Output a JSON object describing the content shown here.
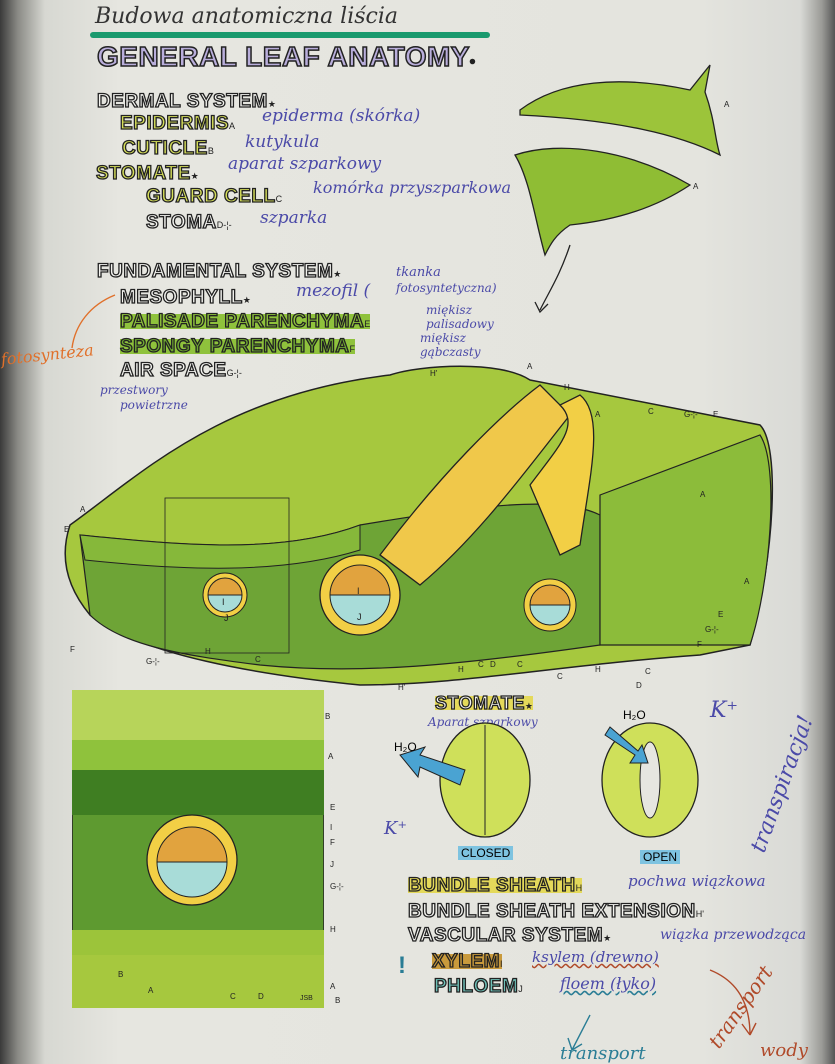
{
  "handwritten_title": "Budowa anatomiczna liścia",
  "title": "GENERAL LEAF ANATOMY",
  "title_mark": "•",
  "dermal": {
    "heading": "DERMAL SYSTEM",
    "heading_mark": "★",
    "items": [
      {
        "label": "EPIDERMIS",
        "code": "A",
        "note": "epiderma (skórka)"
      },
      {
        "label": "CUTICLE",
        "code": "B",
        "note": "kutykula"
      }
    ],
    "stomate": {
      "label": "STOMATE",
      "mark": "★",
      "note": "aparat szparkowy"
    },
    "stomate_items": [
      {
        "label": "GUARD CELL",
        "code": "C",
        "note": "komórka przyszparkowa"
      },
      {
        "label": "STOMA",
        "code": "D-¦-",
        "note": "szparka"
      }
    ]
  },
  "fundamental": {
    "heading": "FUNDAMENTAL SYSTEM",
    "heading_mark": "★",
    "mesophyll": {
      "label": "MESOPHYLL",
      "mark": "★",
      "note_a": "mezofil (",
      "note_b": "tkanka",
      "note_c": "fotosyntetyczna)"
    },
    "items": [
      {
        "label": "PALISADE PARENCHYMA",
        "code": "E",
        "note1": "miękisz",
        "note2": "palisadowy"
      },
      {
        "label": "SPONGY PARENCHYMA",
        "code": "F",
        "note1": "miękisz",
        "note2": "gąbczasty"
      },
      {
        "label": "AIR SPACE",
        "code": "G-¦-",
        "note1": "przestwory",
        "note2": "powietrzne"
      }
    ],
    "side_note": "fotosynteza"
  },
  "stomate_fig": {
    "title": "STOMATE",
    "mark": "★",
    "note": "Aparat szparkowy",
    "closed": "CLOSED",
    "open": "OPEN",
    "water": "H₂O",
    "ion": "K⁺",
    "side_note": "transpiracja!"
  },
  "vascular": {
    "bundle_sheath": {
      "label": "BUNDLE SHEATH",
      "code": "H",
      "note": "pochwa wiązkowa"
    },
    "extension": {
      "label": "BUNDLE SHEATH EXTENSION",
      "code": "H'"
    },
    "system": {
      "label": "VASCULAR SYSTEM",
      "mark": "★",
      "note": "wiązka przewodząca"
    },
    "xylem": {
      "label": "XYLEM",
      "code": "I",
      "note": "ksylem (drewno)"
    },
    "phloem": {
      "label": "PHLOEM",
      "code": "J",
      "note": "floem (łyko)"
    },
    "bang": "!",
    "transport1": "transport",
    "transport2": "transport",
    "transport2b": "wody"
  },
  "diagram_labels": {
    "A": "A",
    "B": "B",
    "C": "C",
    "D": "D",
    "E": "E",
    "F": "F",
    "G": "G-¦-",
    "H": "H",
    "H1": "H'",
    "I": "I",
    "J": "J",
    "credit": "JSB"
  },
  "colors": {
    "leaf_green": "#9cc43a",
    "dark_green": "#5f9a2a",
    "xylem": "#e1a33e",
    "phloem": "#a8dcd8",
    "sheath": "#f2cf45",
    "title_fill": "#b9aedb",
    "arrow_blue": "#4aa3d2",
    "ink": "#4b4aa8",
    "orange": "#e0702a"
  }
}
